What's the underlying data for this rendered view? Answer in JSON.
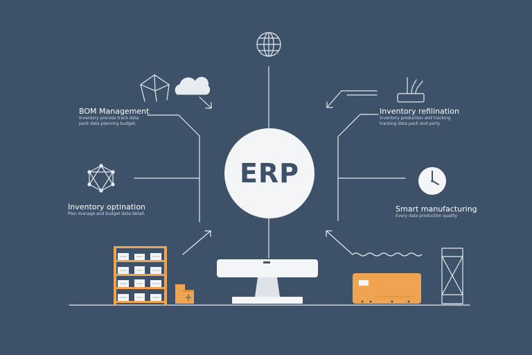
{
  "center": {
    "label": "ERP"
  },
  "modules": {
    "bom": {
      "title": "BOM Management",
      "line1": "Inventory process track data",
      "line2": "pack data planning budget."
    },
    "inventory_ref": {
      "title": "Inventory refilination",
      "line1": "Inventory production and tracking",
      "line2": "tracking data pack and party"
    },
    "inventory_opt": {
      "title": "Inventory optination",
      "line1": "Plan manage and budget data detail."
    },
    "smart_mfg": {
      "title": "Smart manufacturing",
      "line1": "Every data production quality"
    }
  },
  "colors": {
    "background": "#3d5169",
    "line": "#e8ecf1",
    "accent": "#f0a351",
    "circle": "#f4f5f7"
  },
  "icons": [
    "globe-icon",
    "tripod-icon",
    "cloud-icon",
    "router-icon",
    "network-icon",
    "clock-icon",
    "monitor-icon",
    "shelf-icon",
    "boxes-icon",
    "truck-icon",
    "rack-icon"
  ]
}
